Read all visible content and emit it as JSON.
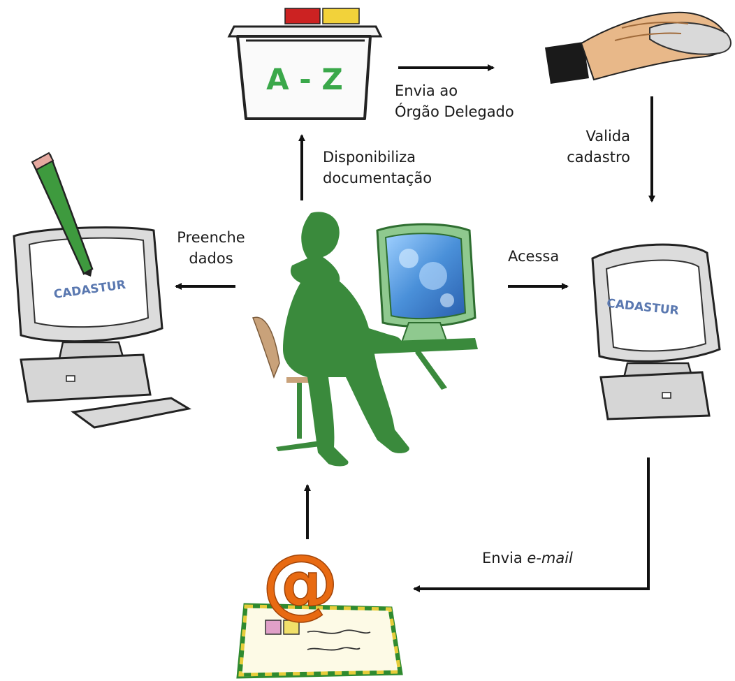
{
  "labels": {
    "envia_orgao": [
      "Envia ao",
      "Órgão Delegado"
    ],
    "valida": [
      "Valida",
      "cadastro"
    ],
    "disponibiliza": [
      "Disponibiliza",
      "documentação"
    ],
    "preenche": [
      "Preenche",
      "dados"
    ],
    "acessa": "Acessa",
    "envia_email_prefix": "Envia ",
    "envia_email_italic": "e-mail"
  },
  "images": {
    "file_box_text": "A - Z",
    "left_monitor_text": "CADASTUR",
    "right_monitor_text": "CADASTUR",
    "email_symbol": "@"
  },
  "colors": {
    "figure_green": "#3a8a3c",
    "brand_blue": "#5a78b0",
    "az_green": "#3aa84a",
    "arrow": "#111111"
  }
}
